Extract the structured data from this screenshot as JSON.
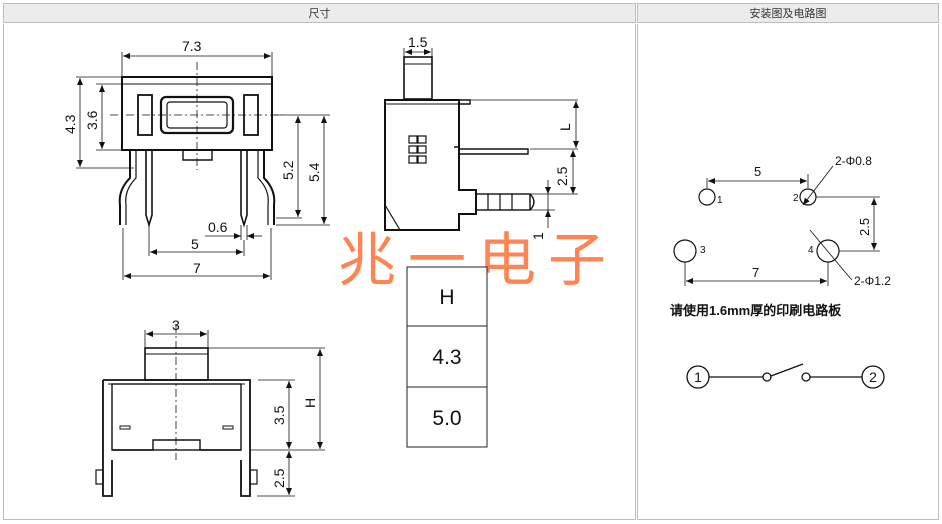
{
  "headers": {
    "left": "尺寸",
    "right": "安装图及电路图"
  },
  "watermark": "兆一电子",
  "top_left_view": {
    "width_top": "7.3",
    "h_outer": "4.3",
    "h_inner": "3.6",
    "pin_h1": "5.2",
    "pin_h2": "5.4",
    "pin_w": "0.6",
    "pitch": "5",
    "span": "7"
  },
  "side_view": {
    "act_w": "1.5",
    "l_label": "L",
    "dim_25": "2.5",
    "dim_1": "1"
  },
  "front_view": {
    "width": "3",
    "dim_35": "3.5",
    "h_label": "H",
    "dim_25": "2.5"
  },
  "table": {
    "header": "H",
    "rows": [
      "4.3",
      "5.0"
    ]
  },
  "pcb": {
    "d_5": "5",
    "d_7": "7",
    "d_25": "2.5",
    "hole_small": "2-Φ0.8",
    "hole_large": "2-Φ1.2",
    "pins": [
      "1",
      "2",
      "3",
      "4"
    ],
    "note": "请使用1.6mm厚的印刷电路板"
  },
  "circuit": {
    "node1": "1",
    "node2": "2"
  }
}
